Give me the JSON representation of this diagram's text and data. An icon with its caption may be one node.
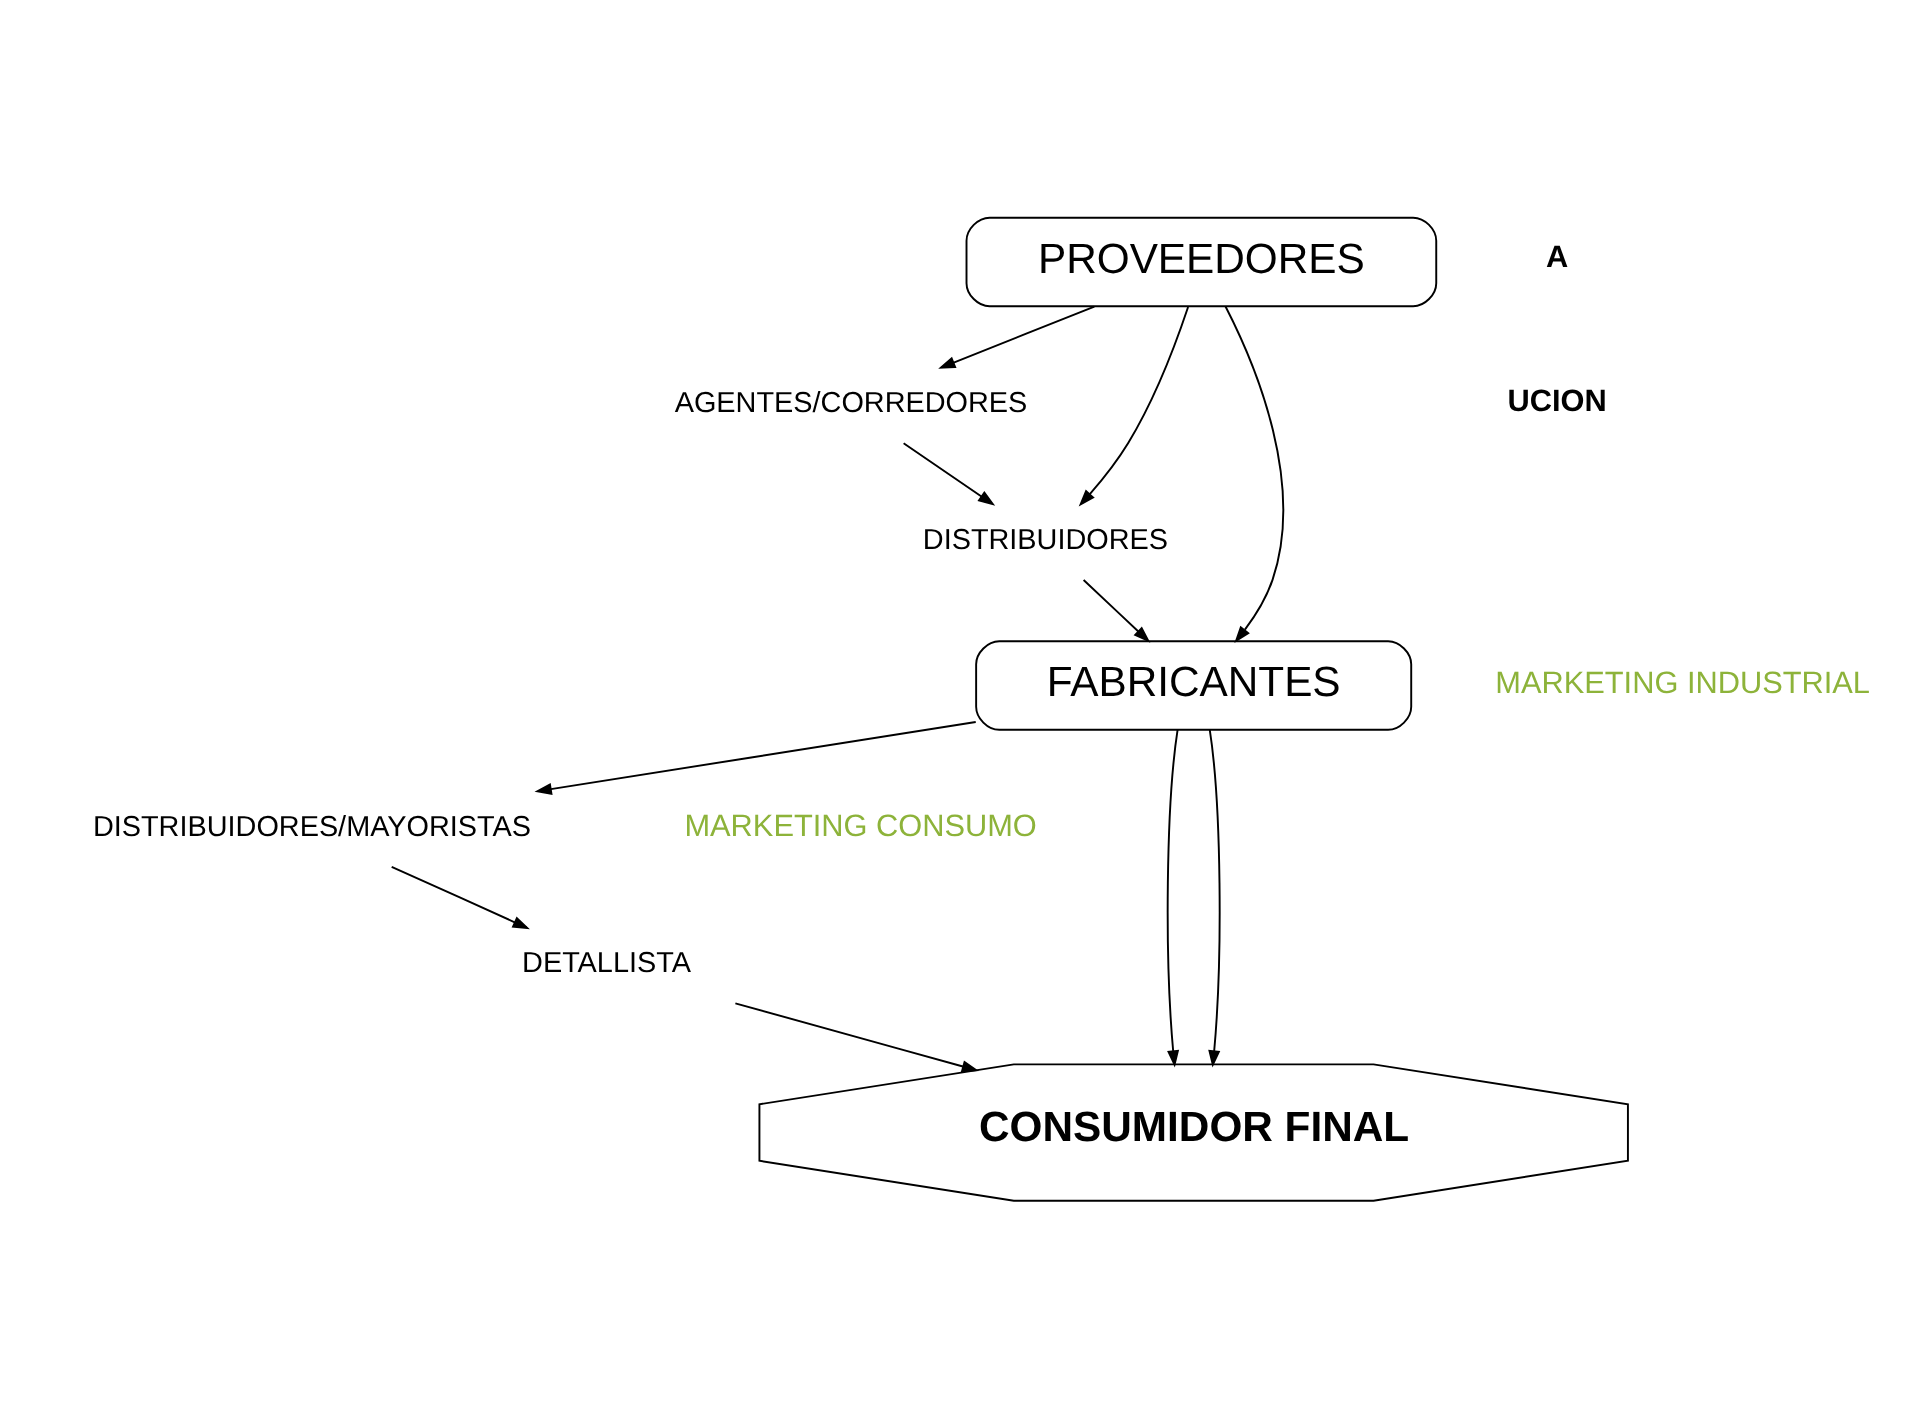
{
  "diagram": {
    "nodes": [
      {
        "text": [
          "PROVEEDORES"
        ]
      },
      {
        "text": [
          "AGENTES/CORREDORES"
        ]
      },
      {
        "text": [
          "DISTRIBUIDORES"
        ]
      },
      {
        "text": [
          "FABRICANTES"
        ]
      },
      {
        "text": [
          "DISTRIBUIDORES/MAYORISTAS"
        ]
      },
      {
        "text": [
          "DETALLISTA"
        ]
      },
      {
        "text": [
          "CONSUMIDOR FINAL"
        ]
      }
    ],
    "edges": [
      {
        "from": 0,
        "to": 1,
        "arrow": "to"
      },
      {
        "from": 1,
        "to": 2,
        "arrow": "to"
      },
      {
        "from": 2,
        "to": 3,
        "arrow": "to"
      },
      {
        "from": 0,
        "to": 3,
        "arrow": "to"
      },
      {
        "from": 0,
        "to": 2,
        "arrow": "to"
      },
      {
        "from": 3,
        "to": 4,
        "arrow": "to"
      },
      {
        "from": 4,
        "to": 5,
        "arrow": "to"
      },
      {
        "from": 5,
        "to": 6,
        "arrow": "to"
      },
      {
        "from": 3,
        "to": 6,
        "arrow": "to"
      },
      {
        "from": 3,
        "to": 6,
        "arrow": "to"
      }
    ],
    "labels": [
      "A",
      "UCION",
      "MARKETING INDUSTRIAL",
      "MARKETING CONSUMO"
    ]
  }
}
